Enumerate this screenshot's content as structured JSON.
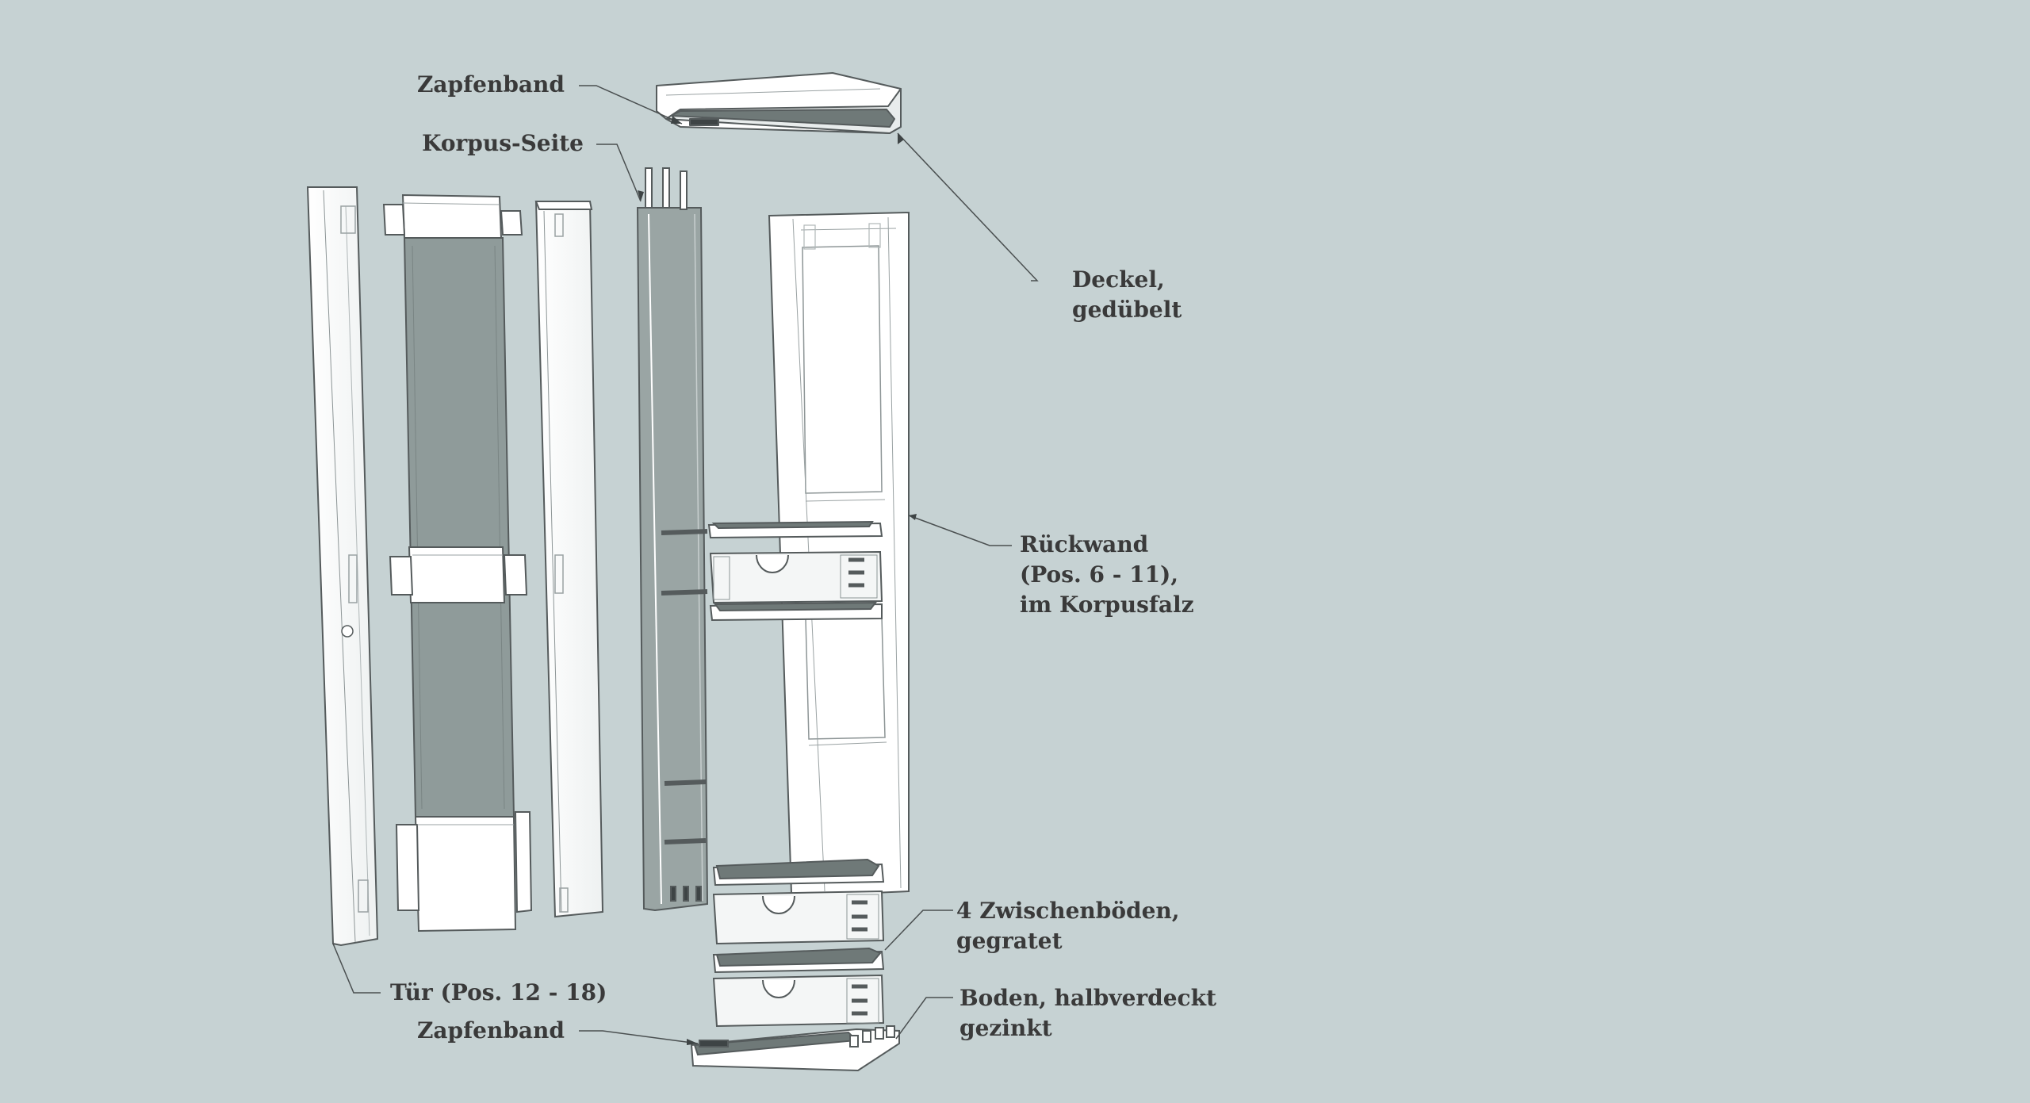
{
  "labels": {
    "zapfenband_top": "Zapfenband",
    "korpus_seite": "Korpus-Seite",
    "deckel": [
      "Deckel,",
      "gedübelt"
    ],
    "rueckwand": [
      "Rückwand",
      "(Pos. 6 - 11),",
      "im Korpusfalz"
    ],
    "zwischenboeden": [
      "4 Zwischenböden,",
      "gegratet"
    ],
    "tuer": "Tür (Pos. 12 - 18)",
    "zapfenband_bottom": "Zapfenband",
    "boden": [
      "Boden, halbverdeckt",
      "gezinkt"
    ]
  },
  "colors": {
    "background": "#c6d2d3",
    "wood": "#ffffff",
    "panel": "#8f9b9a",
    "panel_dark": "#6f7978",
    "outline": "#555b5c",
    "text": "#3a3a3a"
  }
}
